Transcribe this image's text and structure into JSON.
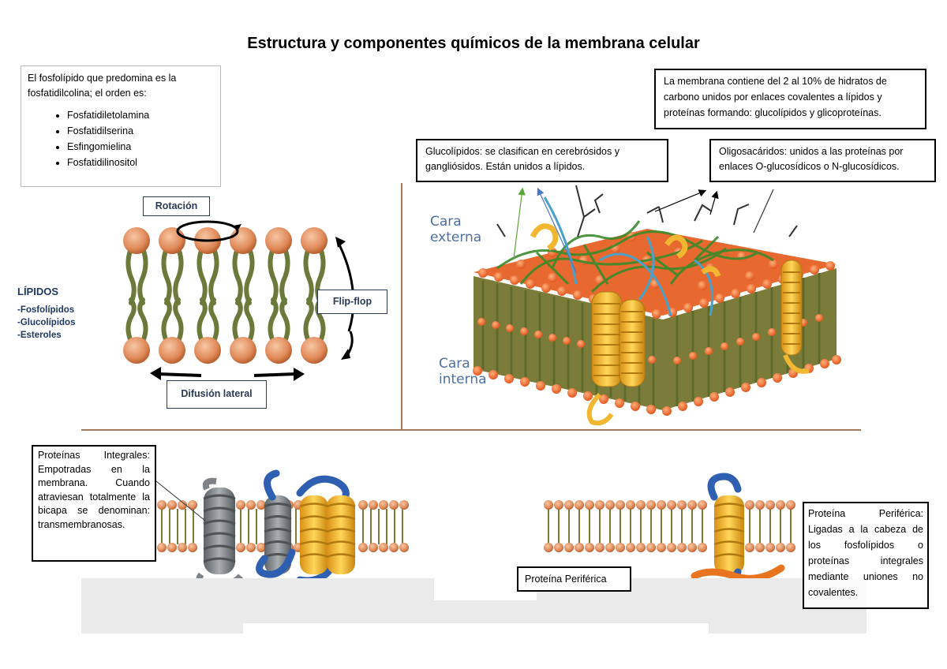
{
  "title": "Estructura y componentes químicos de la membrana celular",
  "phospholipid_box": {
    "intro": "El fosfolípido que predomina es la fosfatidilcolina; el orden es:",
    "items": [
      "Fosfatidiletolamina",
      "Fosfatidilserina",
      "Esfingomielina",
      "Fosfatidilinositol"
    ]
  },
  "movements": {
    "rotation": "Rotación",
    "flipflop": "Flip-flop",
    "lateral": "Difusión lateral"
  },
  "lipids": {
    "heading": "LÍPIDOS",
    "items": [
      "-Fosfolípidos",
      "-Glucolípidos",
      "-Esteroles"
    ]
  },
  "carbohydrates_box": "La membrana contiene del 2 al 10% de hidratos de carbono unidos por enlaces covalentes a lípidos y proteínas formando: glucolípidos y glicoproteínas.",
  "glycolipids_box": "Glucolípidos: se clasifican en cerebrósidos y gangliósidos. Están unidos a lípidos.",
  "oligosaccharides_box": "Oligosacáridos: unidos a las proteínas por enlaces O-glucosídicos o N-glucosídicos.",
  "faces": {
    "outer": "Cara externa",
    "inner": "Cara interna"
  },
  "integral_box": "Proteínas Integrales: Empotradas en la membrana. Cuando atraviesan totalmente la bicapa se denominan: transmembranosas.",
  "peripheral_label": "Proteína Periférica",
  "peripheral_box": "Proteína Periférica: Ligadas a la cabeza de los fosfolípidos o proteínas integrales mediante uniones no covalentes.",
  "colors": {
    "head": "#e79a6c",
    "tail": "#6b7a3a",
    "navy": "#2b3a55",
    "divider": "#a0785a",
    "gold": "#f2b731",
    "blue_protein": "#2f5fb0",
    "gray_protein": "#7d8387"
  }
}
